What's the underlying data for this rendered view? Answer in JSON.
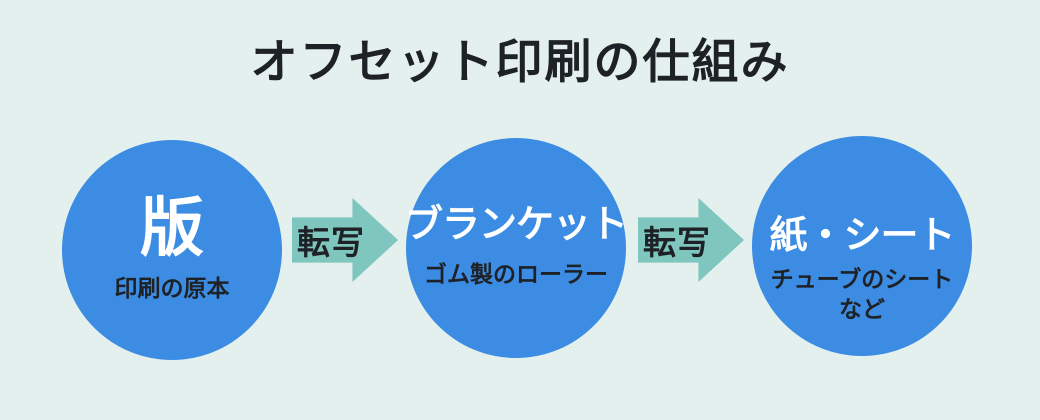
{
  "title": "オフセット印刷の仕組み",
  "colors": {
    "background": "#E3F0ED",
    "circle": "#3B8CE2",
    "arrow": "#7FC7BE",
    "dark_text": "#1E2126",
    "circle_label_text": "#FFFFFF"
  },
  "steps": [
    {
      "label": "版",
      "description": "印刷の原本"
    },
    {
      "label": "ブランケット",
      "description": "ゴム製のローラー"
    },
    {
      "label": "紙・シート",
      "description": "チューブのシート\nなど"
    }
  ],
  "arrows": [
    {
      "label": "転写"
    },
    {
      "label": "転写"
    }
  ]
}
